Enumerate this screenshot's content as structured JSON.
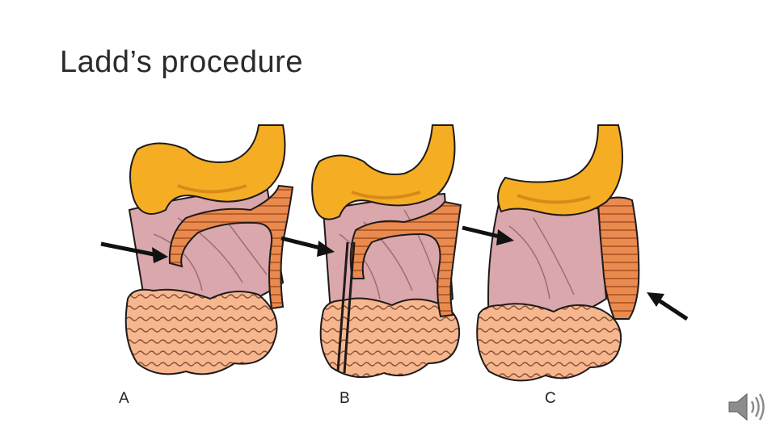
{
  "slide": {
    "title": "Ladd’s procedure"
  },
  "figure": {
    "panels": [
      {
        "label": "A"
      },
      {
        "label": "B"
      },
      {
        "label": "C"
      }
    ]
  },
  "colors": {
    "stomach": "#F5AE23",
    "stomach_shadow": "#D9891A",
    "colon": "#E98A4F",
    "colon_dark": "#B85E2C",
    "small_bowel": "#F7B78E",
    "mesentery": "#D9A7AC",
    "mesentery_line": "#9E6E74",
    "outline": "#1f1a1a",
    "arrow": "#111111"
  },
  "icons": {
    "audio": "speaker-icon"
  }
}
